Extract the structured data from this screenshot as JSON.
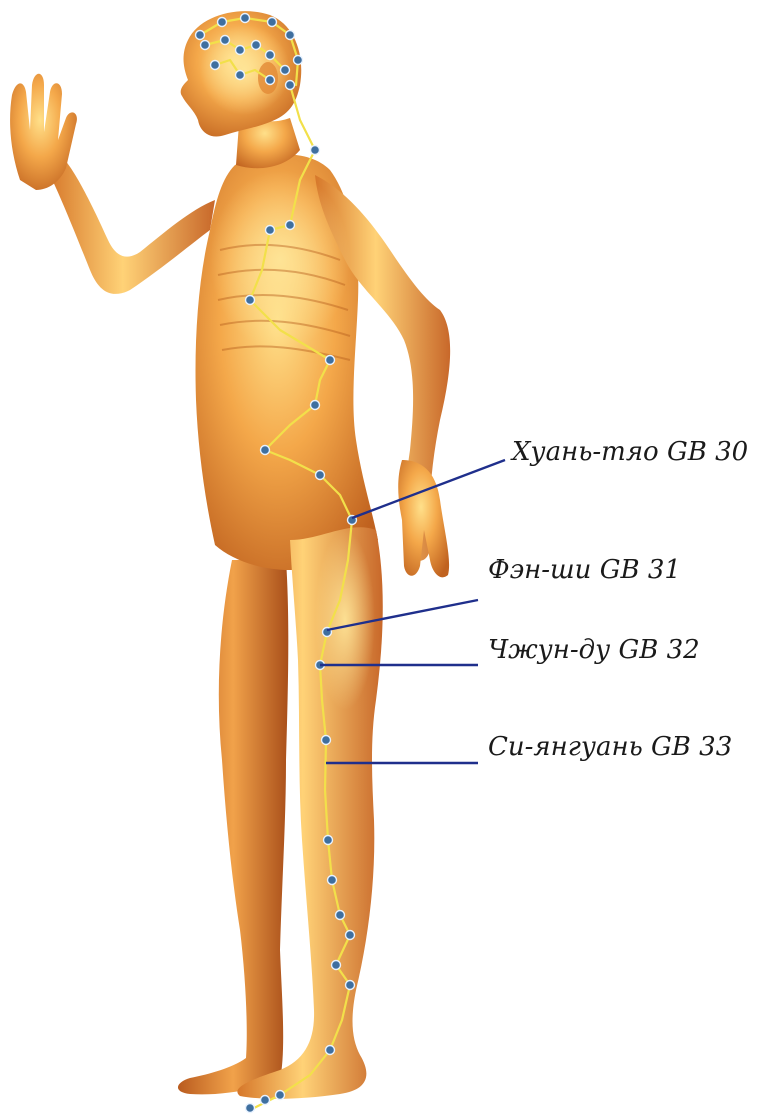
{
  "figure": {
    "subject": "gallbladder-meridian-acupoints",
    "colors": {
      "background": "#ffffff",
      "body_light": "#ffcf6a",
      "body_mid": "#ee9a3a",
      "body_dark": "#b85a1e",
      "meridian": "#f2e04a",
      "acupoint": "#3f6f9f",
      "leader_line": "#1f2f8c",
      "label_text": "#1a1a1a"
    }
  },
  "labels": [
    {
      "id": "gb30",
      "text": "Хуань-тяо GB 30"
    },
    {
      "id": "gb31",
      "text": "Фэн-ши GB 31"
    },
    {
      "id": "gb32",
      "text": "Чжун-ду GB 32"
    },
    {
      "id": "gb33",
      "text": "Си-янгуань GB 33"
    }
  ]
}
